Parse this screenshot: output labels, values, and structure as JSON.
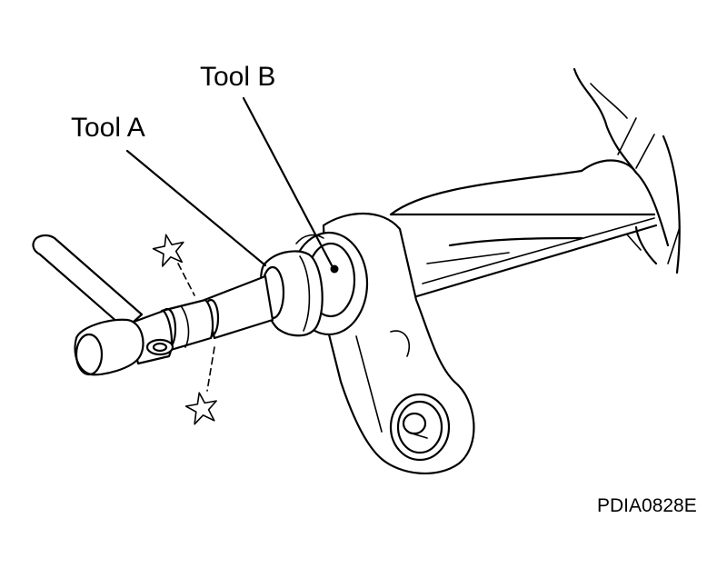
{
  "labels": {
    "tool_b": "Tool B",
    "tool_a": "Tool A",
    "figure_code": "PDIA0828E"
  },
  "colors": {
    "line": "#000000",
    "background": "#ffffff"
  },
  "icons": [
    "star-icon",
    "star-icon"
  ]
}
